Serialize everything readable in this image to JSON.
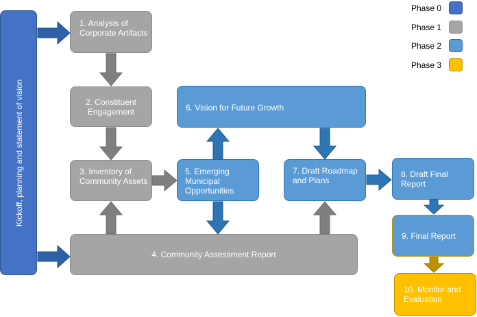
{
  "kickoff": "Kickoff, planning and statement of vision",
  "steps": {
    "s1": "1. Analysis of Corporate Artifacts",
    "s2": "2. Constituent Engagement",
    "s3": "3. Inventory of Community Assets",
    "s4": "4. Community Assessment Report",
    "s5": "5. Emerging Municipal Opportunities",
    "s6": "6. Vision for Future Growth",
    "s7": "7. Draft Roadmap and Plans",
    "s8": "8. Draft Final Report",
    "s9": "9. Final Report",
    "s10": "10. Monitor and Evaluation"
  },
  "legend": [
    {
      "label": "Phase 0",
      "color": "#4472c4"
    },
    {
      "label": "Phase 1",
      "color": "#a5a5a5"
    },
    {
      "label": "Phase 2",
      "color": "#5b9bd5"
    },
    {
      "label": "Phase 3",
      "color": "#ffc000"
    }
  ]
}
